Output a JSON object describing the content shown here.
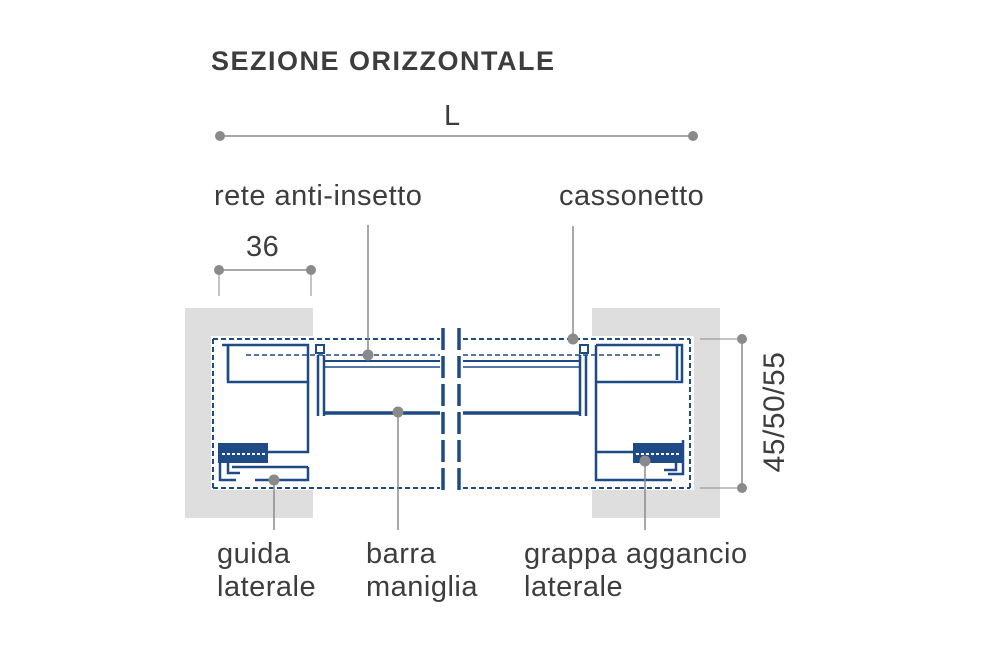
{
  "title": "SEZIONE ORIZZONTALE",
  "dimensions": {
    "width_label": "L",
    "guide_width": "36",
    "height_label": "45/50/55"
  },
  "labels": {
    "rete": "rete anti-insetto",
    "cassonetto": "cassonetto",
    "guida_line1": "guida",
    "guida_line2": "laterale",
    "barra_line1": "barra",
    "barra_line2": "maniglia",
    "grappa_line1": "grappa aggancio",
    "grappa_line2": "laterale"
  },
  "colors": {
    "profile": "#1e4a86",
    "wall": "#dedede",
    "text": "#3d3d3d",
    "leader": "#8a8a8a"
  }
}
